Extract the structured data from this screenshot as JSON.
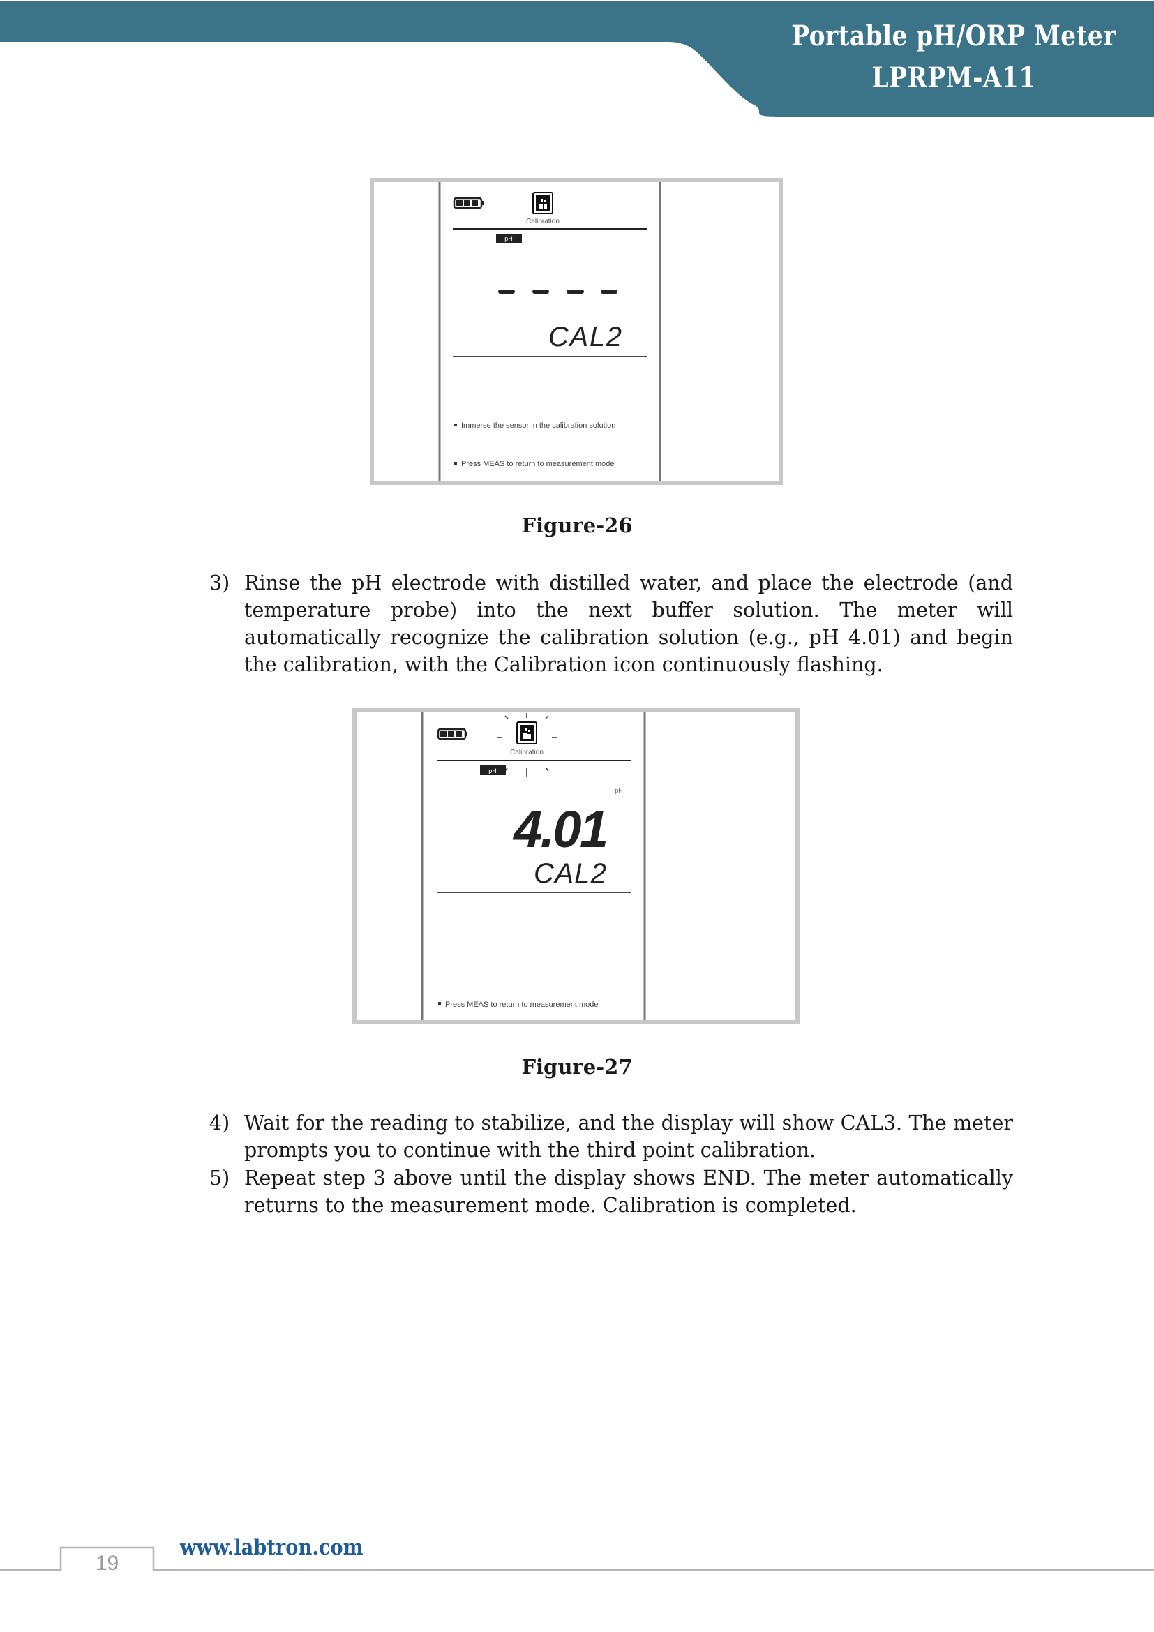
{
  "header": {
    "title_line1": "Portable pH/ORP Meter",
    "title_line2": "LPRPM-A11",
    "band_color": "#3b7389"
  },
  "figures": [
    {
      "caption": "Figure-26",
      "display": {
        "battery_icon": "battery-full-icon",
        "calibration_icon": "calibration-icon",
        "calibration_label": "Calibration",
        "mode_badge": "pH",
        "main_reading": "- - - -",
        "sub_reading": "CAL2",
        "hints": [
          "Immerse the sensor in the calibration solution",
          "Press MEAS to return to measurement mode"
        ]
      }
    },
    {
      "caption": "Figure-27",
      "display": {
        "battery_icon": "battery-full-icon",
        "calibration_icon": "calibration-icon-flashing",
        "calibration_label": "Calibration",
        "mode_badge": "pH",
        "unit": "pH",
        "main_reading": "4.01",
        "sub_reading": "CAL2",
        "hints": [
          "Press MEAS to return to measurement mode"
        ]
      }
    }
  ],
  "steps": [
    {
      "num": "3)",
      "text": "Rinse the pH electrode with distilled water, and place the electrode (and temperature probe) into the next buffer solution. The meter will automatically recognize the calibration solution (e.g., pH 4.01) and begin the calibration, with the Calibration icon continuously flashing."
    },
    {
      "num": "4)",
      "text": "Wait for the reading to stabilize, and the display will show CAL3. The meter prompts you to continue with the third point calibration."
    },
    {
      "num": "5)",
      "text": "Repeat step 3 above until the display shows END. The meter automatically returns to the measurement mode. Calibration is completed."
    }
  ],
  "footer": {
    "page_number": "19",
    "url": "www.labtron.com"
  }
}
